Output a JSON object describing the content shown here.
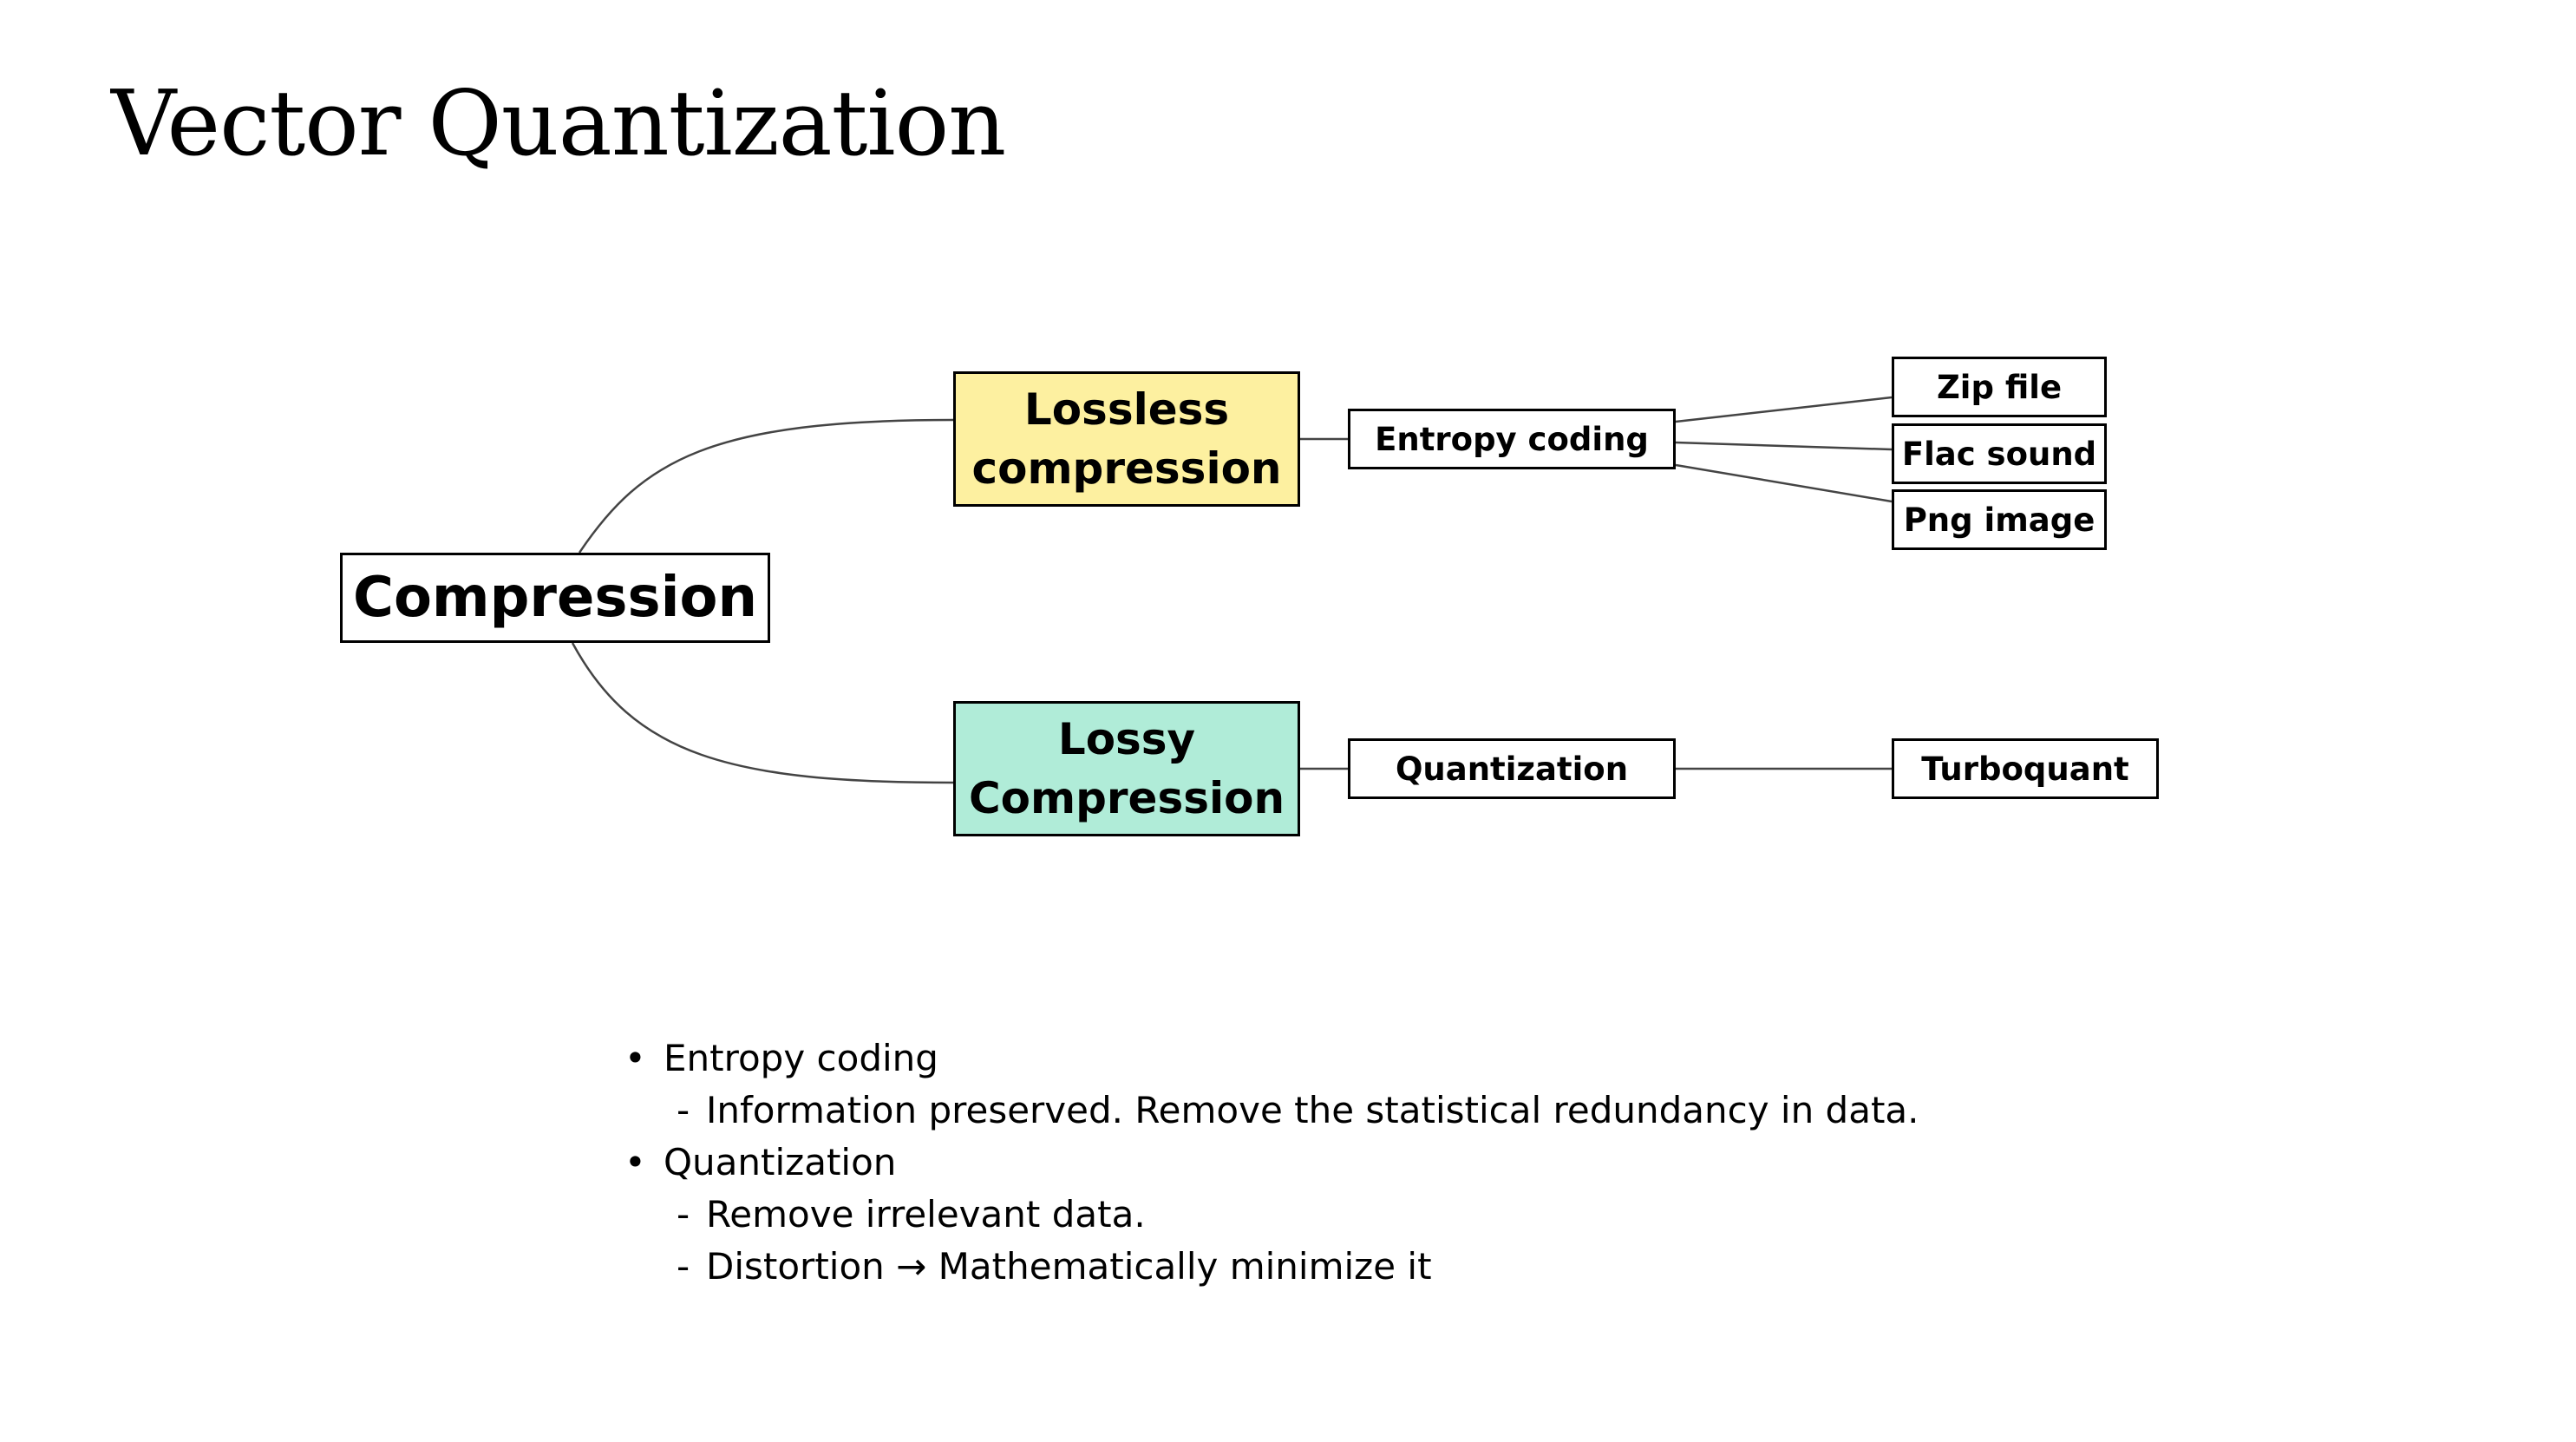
{
  "title": "Vector Quantization",
  "diagram": {
    "root": "Compression",
    "branches": [
      {
        "label": "Lossless compression",
        "color": "#fdf0a0",
        "method": "Entropy coding",
        "leaves": [
          "Zip file",
          "Flac sound",
          "Png image"
        ]
      },
      {
        "label": "Lossy Compression",
        "color": "#b0ecd8",
        "method": "Quantization",
        "leaves": [
          "Turboquant"
        ]
      }
    ]
  },
  "notes": {
    "bullet_marker": "•",
    "dash_marker": "-",
    "items": [
      {
        "text": "Entropy coding",
        "subitems": [
          "Information preserved. Remove the statistical redundancy in data."
        ]
      },
      {
        "text": "Quantization",
        "subitems": [
          "Remove irrelevant data.",
          "Distortion → Mathematically minimize it"
        ]
      }
    ]
  }
}
